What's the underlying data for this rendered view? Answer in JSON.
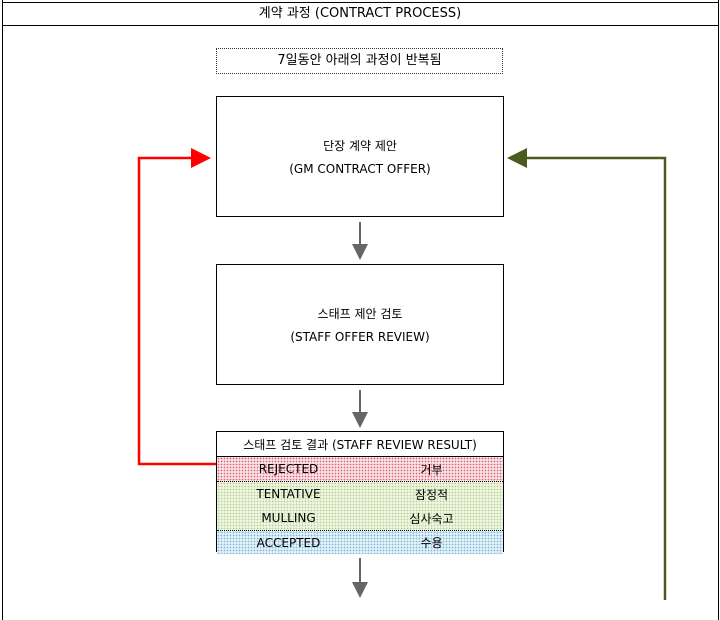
{
  "title": "계약 과정 (CONTRACT PROCESS)",
  "note": "7일동안 아래의 과정이 반복됨",
  "step1": {
    "ko": "단장 계약 제안",
    "en": "(GM CONTRACT OFFER)"
  },
  "step2": {
    "ko": "스태프 제안 검토",
    "en": "(STAFF OFFER REVIEW)"
  },
  "result": {
    "header": "스태프 검토 결과 (STAFF REVIEW RESULT)",
    "rows": [
      {
        "en": "REJECTED",
        "ko": "거부",
        "color": "#e06070"
      },
      {
        "en": "TENTATIVE",
        "ko": "잠정적",
        "color": "#b5d08a"
      },
      {
        "en": "MULLING",
        "ko": "심사숙고",
        "color": "#b5d08a"
      },
      {
        "en": "ACCEPTED",
        "ko": "수용",
        "color": "#7ab8d8"
      }
    ]
  },
  "colors": {
    "loop_left": "#ff0000",
    "loop_right": "#4b5a1e",
    "arrow": "#666666"
  }
}
